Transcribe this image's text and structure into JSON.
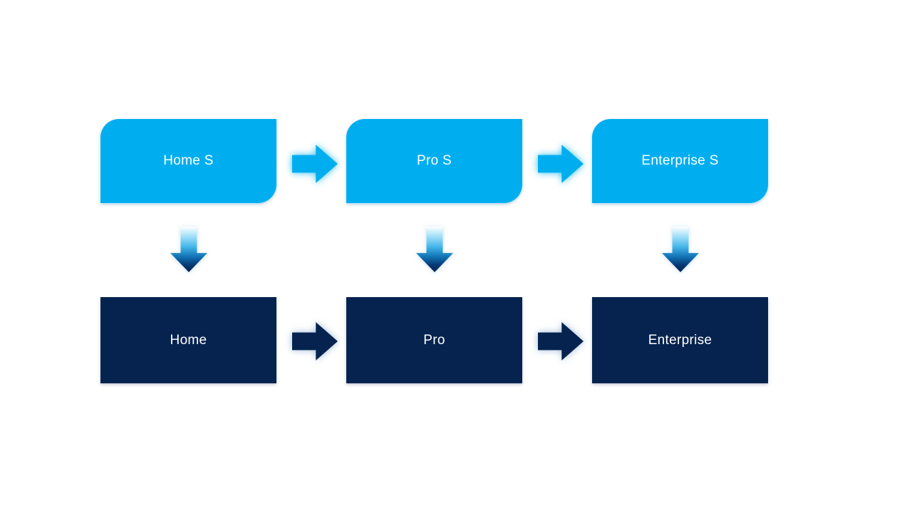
{
  "colors": {
    "light_blue": "#00AEEF",
    "dark_navy": "#05234E",
    "text_white": "#FFFFFF"
  },
  "diagram": {
    "top_row": [
      {
        "label": "Home S"
      },
      {
        "label": "Pro S"
      },
      {
        "label": "Enterprise S"
      }
    ],
    "bottom_row": [
      {
        "label": "Home"
      },
      {
        "label": "Pro"
      },
      {
        "label": "Enterprise"
      }
    ]
  }
}
